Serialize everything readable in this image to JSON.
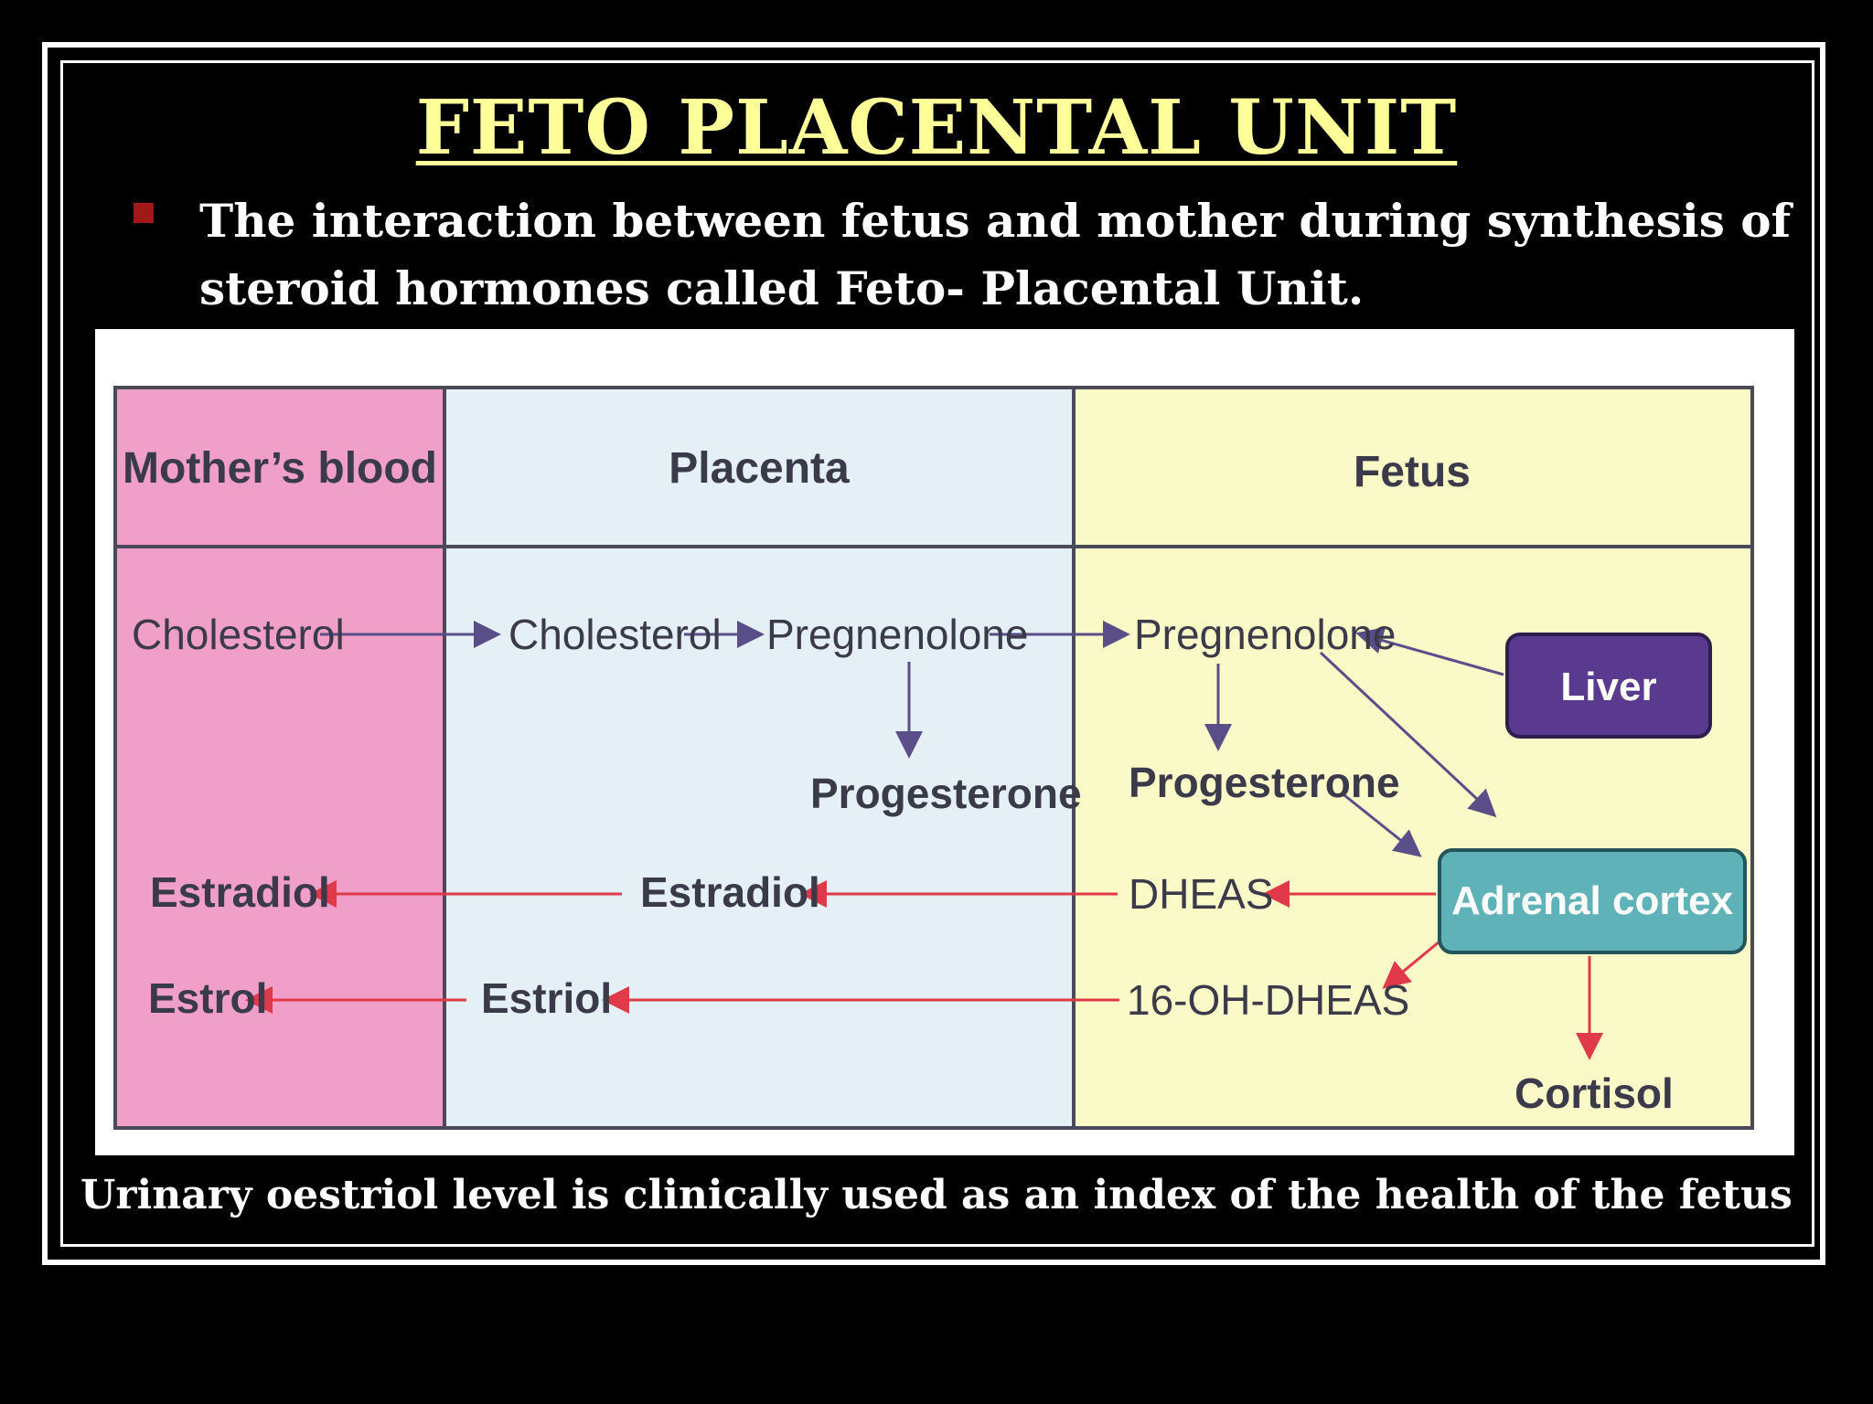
{
  "slide": {
    "title": "FETO PLACENTAL UNIT",
    "bullet_text": "The interaction between fetus and mother during synthesis of steroid hormones called Feto- Placental Unit.",
    "caption": "Urinary oestriol level is clinically used as an index of the health of the fetus"
  },
  "diagram": {
    "headers": {
      "mother": "Mother’s blood",
      "placenta": "Placenta",
      "fetus": "Fetus"
    },
    "nodes": {
      "mother_cholesterol": "Cholesterol",
      "mother_estradiol": "Estradiol",
      "mother_estrol": "Estrol",
      "placenta_cholesterol": "Cholesterol",
      "placenta_pregnenolone": "Pregnenolone",
      "placenta_progesterone": "Progesterone",
      "placenta_estradiol": "Estradiol",
      "placenta_estriol": "Estriol",
      "fetus_pregnenolone": "Pregnenolone",
      "fetus_progesterone": "Progesterone",
      "fetus_dheas": "DHEAS",
      "fetus_16ohdheas": "16-OH-DHEAS",
      "fetus_cortisol": "Cortisol",
      "liver": "Liver",
      "adrenal_cortex": "Adrenal cortex"
    },
    "colors": {
      "mother_column": "#f0a0c8",
      "placenta_column": "#e4f0f6",
      "fetus_column": "#fafac8",
      "liver_box": "#5a3a8e",
      "adrenal_box": "#5fb3b8",
      "purple_arrow": "#5a4e88",
      "red_arrow": "#e0394a"
    }
  }
}
